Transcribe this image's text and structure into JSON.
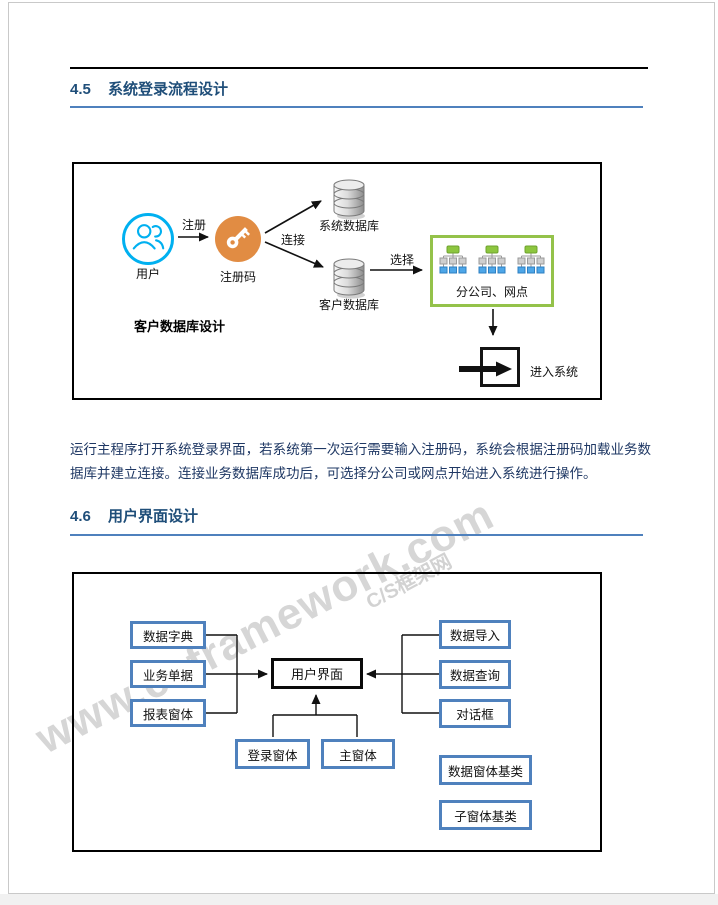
{
  "colors": {
    "heading": "#1F4E79",
    "heading_rule": "#4F81BD",
    "body_text": "#1F3864",
    "user_circle": "#00B0F0",
    "key_circle": "#E18C43",
    "branch_border": "#94C24A",
    "node_border": "#4F81BD",
    "watermark": "#d6d6d6"
  },
  "section_45": {
    "number": "4.5",
    "title": "系统登录流程设计"
  },
  "paragraph": "运行主程序打开系统登录界面，若系统第一次运行需要输入注册码，系统会根据注册码加载业务数据库并建立连接。连接业务数据库成功后，可选择分公司或网点开始进入系统进行操作。",
  "section_46": {
    "number": "4.6",
    "title": "用户界面设计"
  },
  "watermark": {
    "main": "www.csframework.com",
    "sub": "C/S框架网"
  },
  "login_flow_diagram": {
    "caption": "客户数据库设计",
    "nodes": {
      "user": "用户",
      "reg_code": "注册码",
      "system_db": "系统数据库",
      "customer_db": "客户数据库",
      "branch": "分公司、网点",
      "enter_system": "进入系统"
    },
    "edges": {
      "register": "注册",
      "connect": "连接",
      "select": "选择"
    }
  },
  "ui_design_diagram": {
    "center": "用户界面",
    "left": [
      "数据字典",
      "业务单据",
      "报表窗体"
    ],
    "right": [
      "数据导入",
      "数据查询",
      "对话框"
    ],
    "bottom": [
      "登录窗体",
      "主窗体"
    ],
    "base_classes": [
      "数据窗体基类",
      "子窗体基类"
    ]
  }
}
